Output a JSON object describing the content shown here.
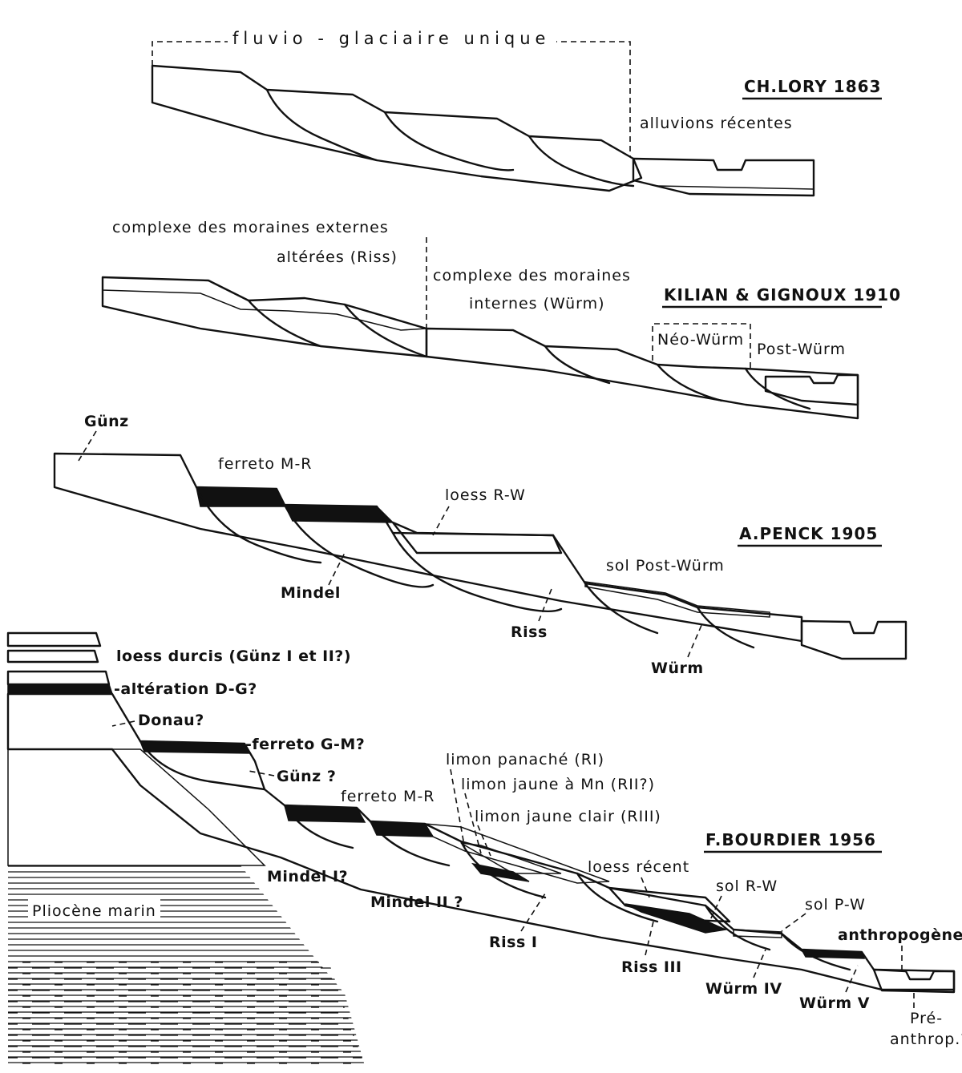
{
  "panel_lory": {
    "title": "CH.LORY 1863",
    "label_fluvio": "fluvio - glaciaire  unique",
    "label_alluvions": "alluvions  récentes"
  },
  "panel_kilian": {
    "title": "KILIAN & GIGNOUX 1910",
    "label_externes_1": "complexe des moraines externes",
    "label_externes_2": "altérées (Riss)",
    "label_internes_1": "complexe des moraines",
    "label_internes_2": "internes (Würm)",
    "label_neo": "Néo-Würm",
    "label_post": "Post-Würm"
  },
  "panel_penck": {
    "title": "A.PENCK 1905",
    "label_gunz": "Günz",
    "label_ferreto": "ferreto M-R",
    "label_loess": "loess R-W",
    "label_sol": "sol Post-Würm",
    "label_mindel": "Mindel",
    "label_riss": "Riss",
    "label_wurm": "Würm"
  },
  "panel_bourdier": {
    "title": "F.BOURDIER 1956",
    "label_loess_durcis": "loess durcis (Günz I et II?)",
    "label_alteration": "-altération D-G?",
    "label_donau": "Donau?",
    "label_ferreto_gm": "-ferreto G-M?",
    "label_gunz": "Günz ?",
    "label_ferreto_mr": "ferreto M-R",
    "label_limon_panache": "limon panaché (RI)",
    "label_limon_jaune_mn": "limon jaune à Mn (RII?)",
    "label_limon_jaune_clair": "limon jaune clair (RIII)",
    "label_pliocene": "Pliocène marin",
    "label_mindel1": "Mindel I?",
    "label_mindel2": "Mindel II ?",
    "label_riss1": "Riss I",
    "label_riss3": "Riss III",
    "label_loess_recent": "loess récent",
    "label_sol_rw": "sol R-W",
    "label_sol_pw": "sol P-W",
    "label_anthropogene": "anthropogène",
    "label_wurm4": "Würm IV",
    "label_wurm5": "Würm V",
    "label_pre": "Pré-",
    "label_anthrop": "anthrop.?"
  }
}
